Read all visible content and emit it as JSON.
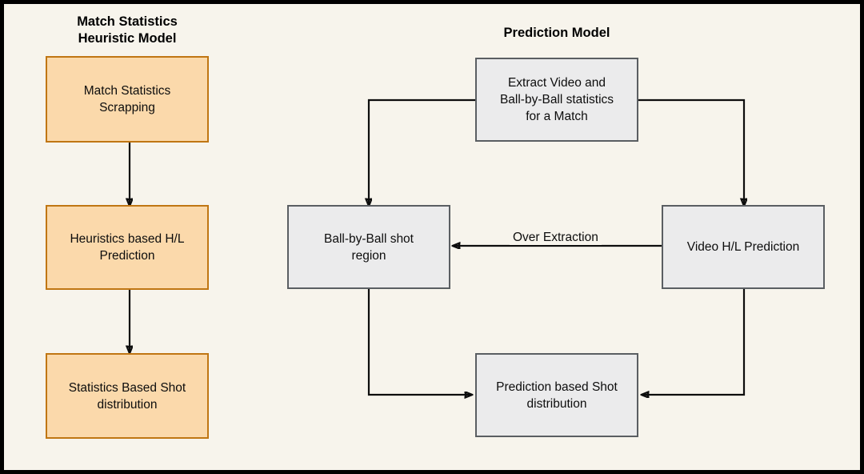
{
  "diagram": {
    "title_left": "Match Statistics\nHeuristic Model",
    "title_right": "Prediction Model",
    "background_color": "#f7f4ec",
    "frame_color": "#000000",
    "orange_fill": "#fbd9ab",
    "orange_stroke": "#c07613",
    "grey_fill": "#ebebec",
    "grey_stroke": "#5a5e62",
    "arrow_color": "#0d0d0d"
  },
  "nodes": {
    "match_statistics_scrapping": "Match Statistics\nScrapping",
    "heuristics_based_prediction": "Heuristics based H/L\nPrediction",
    "statistics_based_shot_distribution": "Statistics Based Shot\ndistribution",
    "extract_video_and_ball_by_ball": "Extract Video and\nBall-by-Ball statistics\nfor a Match",
    "ball_by_ball_shot_region": "Ball-by-Ball shot\nregion",
    "video_hl_prediction": "Video H/L Prediction",
    "prediction_based_shot_distribution": "Prediction based Shot\ndistribution"
  },
  "edge_labels": {
    "over_extraction": "Over Extraction"
  }
}
